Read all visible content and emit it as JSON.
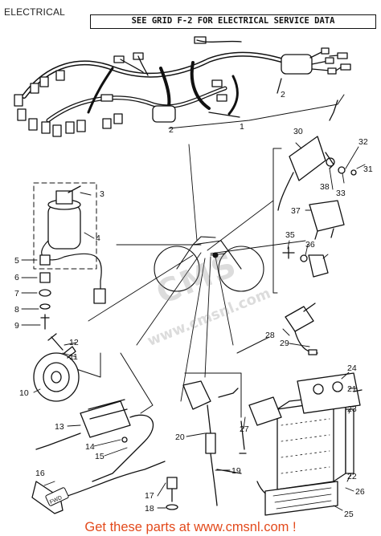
{
  "header": {
    "title": "ELECTRICAL",
    "grid_note": "SEE GRID F-2 FOR ELECTRICAL SERVICE DATA"
  },
  "watermark": {
    "brand": "CMS",
    "url": "www.cmsnl.com"
  },
  "callouts": [
    "1",
    "2",
    "2",
    "3",
    "4",
    "5",
    "6",
    "7",
    "8",
    "9",
    "10",
    "11",
    "12",
    "13",
    "14",
    "15",
    "16",
    "17",
    "18",
    "19",
    "20",
    "21",
    "22",
    "23",
    "24",
    "25",
    "26",
    "27",
    "28",
    "29",
    "30",
    "31",
    "32",
    "33",
    "35",
    "36",
    "37",
    "38"
  ],
  "stamp_text": "FWD",
  "footer": {
    "banner": "Get these parts at www.cmsnl.com !"
  },
  "colors": {
    "ink": "#111111",
    "banner_text": "#e34a1c",
    "watermark": "#969696"
  }
}
